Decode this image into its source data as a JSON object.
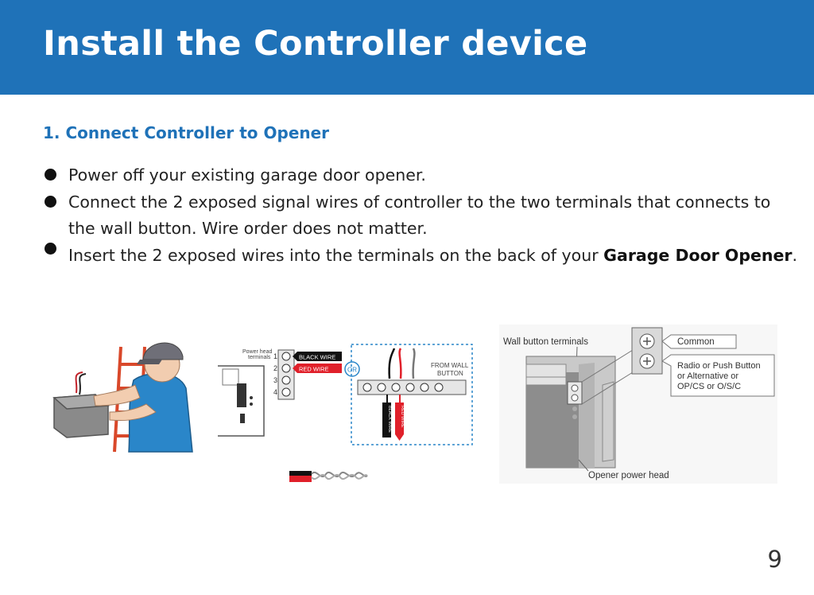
{
  "header": {
    "title": "Install the Controller device"
  },
  "section": {
    "heading": "1. Connect Controller to Opener"
  },
  "bullets": [
    {
      "text": "Power off your existing garage door opener."
    },
    {
      "text": "Connect the 2 exposed signal wires of controller to the two terminals that connects to the wall button. Wire order does not matter."
    },
    {
      "text_before": "Insert the 2 exposed wires into the terminals on the back of your ",
      "bold": "Garage Door Opener",
      "text_after": "."
    }
  ],
  "wiring_diagram": {
    "power_head_label_1": "Power head",
    "power_head_label_2": "terminals",
    "terminal_numbers": [
      "1",
      "2",
      "3",
      "4"
    ],
    "black_wire_label": "BLACK WIRE",
    "red_wire_label": "RED WIRE",
    "or_label": "OR",
    "from_wall_label_1": "FROM WALL",
    "from_wall_label_2": "BUTTON",
    "black_wire_tag": "BLACK WIRE",
    "red_wire_tag": "RED WIRE",
    "colors": {
      "black": "#111111",
      "red": "#e0202a",
      "blue": "#2a86c9"
    }
  },
  "opener_diagram": {
    "wall_button_terminals": "Wall button terminals",
    "common": "Common",
    "radio_line_1": "Radio or Push Button",
    "radio_line_2": "or Alternative or",
    "radio_line_3": "OP/CS or O/S/C",
    "opener_power_head": "Opener power head"
  },
  "page": {
    "number": "9"
  },
  "colors": {
    "brand_blue": "#1f72b8",
    "text": "#222222"
  }
}
